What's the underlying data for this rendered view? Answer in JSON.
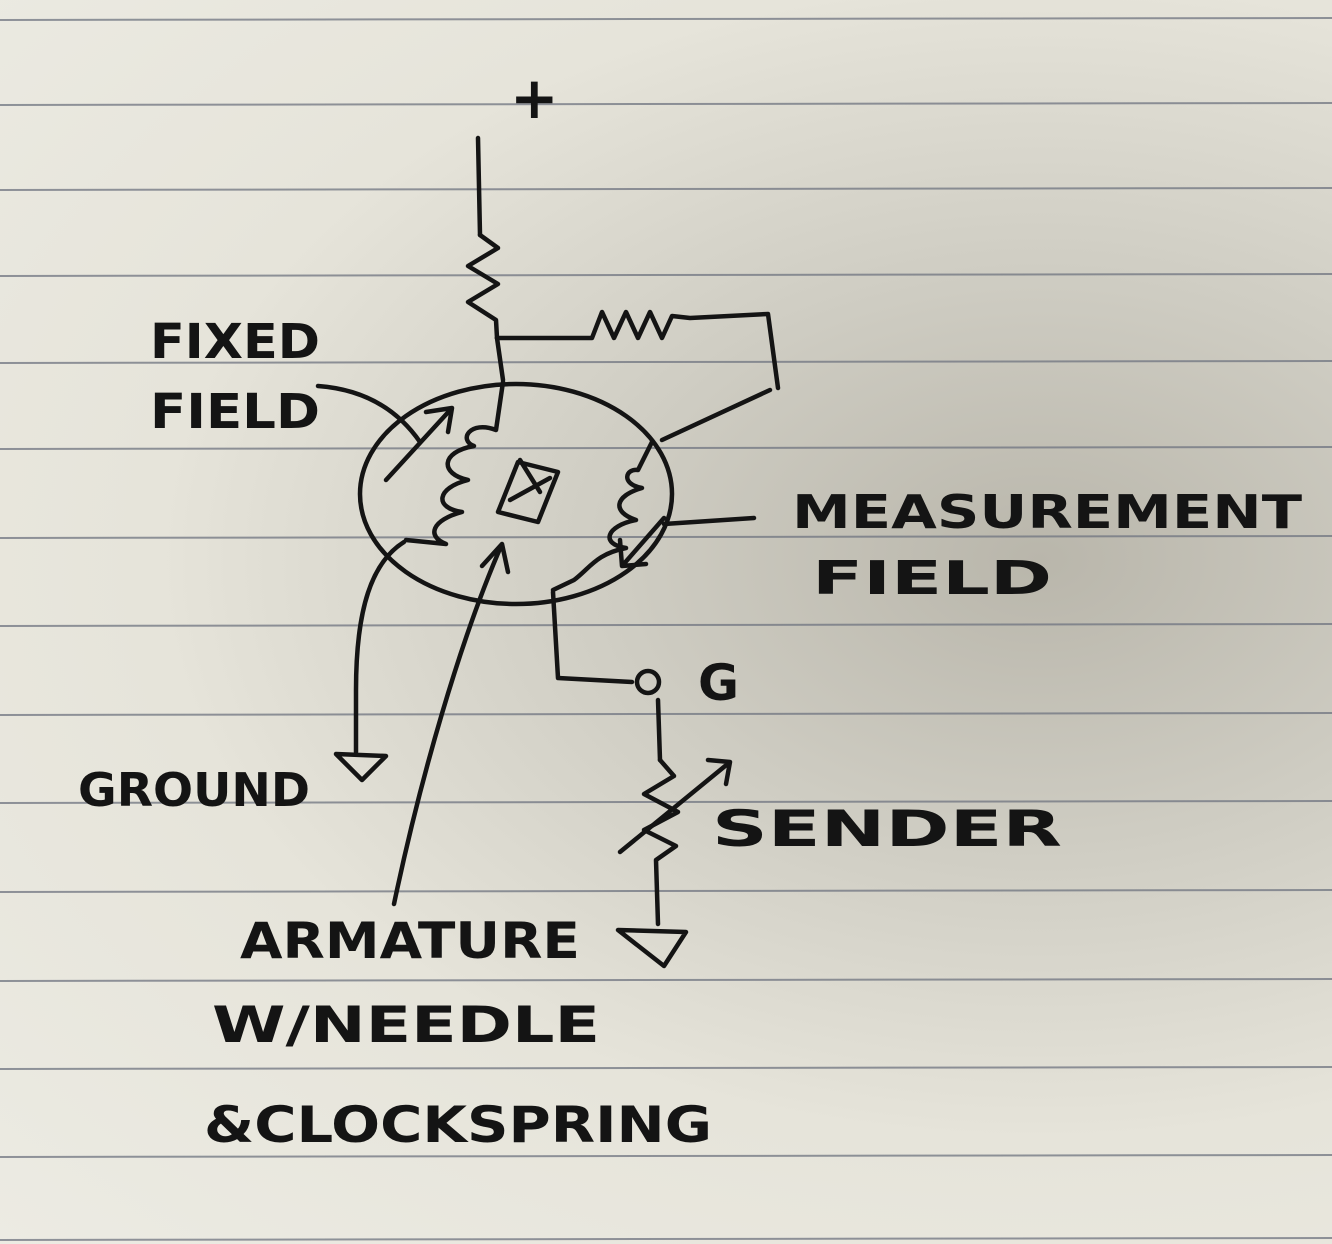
{
  "notebook": {
    "paper_color": "#ecebe3",
    "ink_color": "#141414",
    "rule_color": "#6f7480"
  },
  "labels": {
    "supply": "+",
    "fixed_field": [
      "FIXED",
      "FIELD"
    ],
    "measurement_field": [
      "MEASUREMENT",
      "FIELD"
    ],
    "gauge_terminal": "G",
    "ground": "GROUND",
    "sender": "SENDER",
    "armature": [
      "ARMATURE",
      "W/NEEDLE",
      "&CLOCKSPRING"
    ]
  }
}
